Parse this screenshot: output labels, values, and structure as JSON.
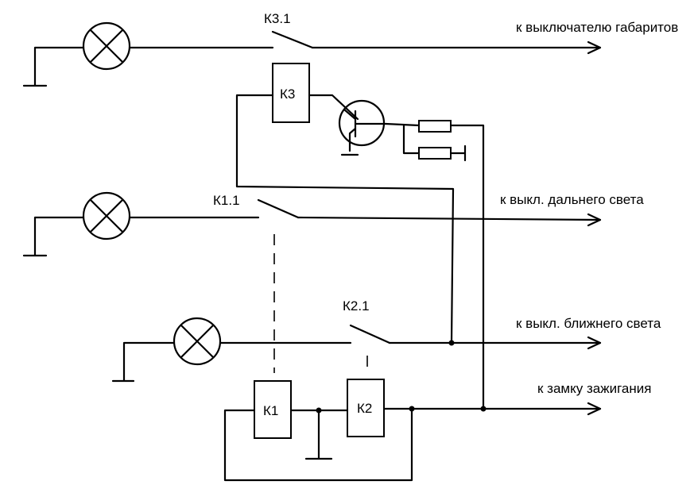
{
  "relays": {
    "k1": "К1",
    "k2": "К2",
    "k3": "К3"
  },
  "switches": {
    "k1_1": "К1.1",
    "k2_1": "К2.1",
    "k3_1": "К3.1"
  },
  "outputs": {
    "parking_lights": "к выключателю габаритов",
    "high_beam": "к выкл. дальнего света",
    "low_beam": "к выкл. ближнего света",
    "ignition": "к замку зажигания"
  }
}
